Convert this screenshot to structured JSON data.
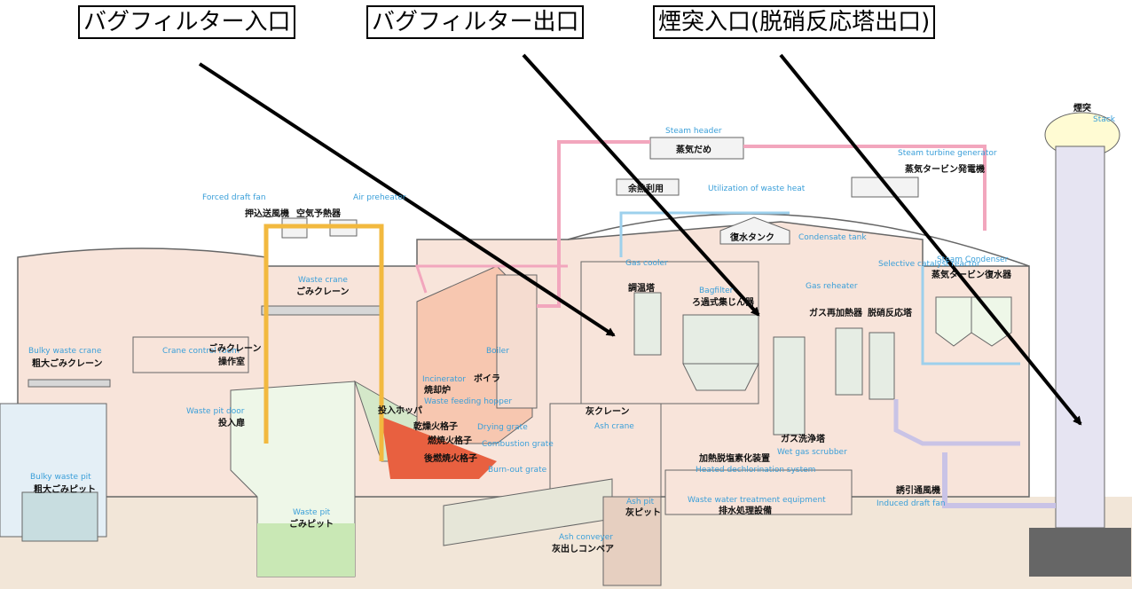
{
  "callouts": {
    "bagfilter_inlet": "バグフィルター入口",
    "bagfilter_outlet": "バグフィルター出口",
    "stack_inlet": "煙突入口(脱硝反応塔出口)"
  },
  "labels": {
    "steam_header_en": "Steam header",
    "steam_header_jp": "蒸気だめ",
    "waste_heat_jp": "余熱利用",
    "waste_heat_en": "Utilization of waste heat",
    "turbine_en": "Steam turbine generator",
    "turbine_jp": "蒸気タービン発電機",
    "stack_jp": "煙突",
    "stack_en": "Stack",
    "fdf_en": "Forced draft fan",
    "fdf_jp": "押込送風機",
    "air_pre_en": "Air preheater",
    "air_pre_jp": "空気予熱器",
    "condensate_jp": "復水タンク",
    "condensate_en": "Condensate tank",
    "condenser_en": "Steam Condenser",
    "condenser_jp": "蒸気タービン復水器",
    "gas_cooler_en": "Gas cooler",
    "temp_tower_jp": "調温塔",
    "bagfilter_en": "Bagfilter",
    "bagfilter_jp": "ろ過式集じん器",
    "gas_reheater_en": "Gas reheater",
    "gas_reheater_jp": "ガス再加熱器",
    "scr_en": "Selective catalyst reactor",
    "scr_jp": "脱硝反応塔",
    "waste_crane_en": "Waste crane",
    "waste_crane_jp": "ごみクレーン",
    "crane_room_en": "Crane control room",
    "crane_room_jp1": "ごみクレーン",
    "crane_room_jp2": "操作室",
    "bulky_crane_en": "Bulky waste crane",
    "bulky_crane_jp": "粗大ごみクレーン",
    "pit_door_en": "Waste pit door",
    "pit_door_jp": "投入扉",
    "bulky_pit_en": "Bulky waste pit",
    "bulky_pit_jp": "粗大ごみピット",
    "waste_pit_en": "Waste pit",
    "waste_pit_jp": "ごみピット",
    "incinerator_en": "Incinerator",
    "incinerator_jp": "焼却炉",
    "boiler_en": "Boiler",
    "boiler_jp": "ボイラ",
    "hopper_jp": "投入ホッパ",
    "hopper_en": "Waste feeding hopper",
    "drying_jp": "乾燥火格子",
    "drying_en": "Drying grate",
    "combustion_jp": "燃焼火格子",
    "combustion_en": "Combustion grate",
    "burnout_jp": "後燃焼火格子",
    "burnout_en": "Burn-out grate",
    "ash_crane_jp": "灰クレーン",
    "ash_crane_en": "Ash crane",
    "ash_conv_en": "Ash conveyer",
    "ash_conv_jp": "灰出しコンベア",
    "ash_pit_en": "Ash pit",
    "ash_pit_jp": "灰ピット",
    "dechlor_jp": "加熱脱塩素化装置",
    "dechlor_en": "Heated dechlorination system",
    "scrubber_jp": "ガス洗浄塔",
    "scrubber_en": "Wet gas scrubber",
    "wwt_en": "Waste water treatment equipment",
    "wwt_jp": "排水処理設備",
    "idf_jp": "誘引通風機",
    "idf_en": "Induced draft fan"
  }
}
